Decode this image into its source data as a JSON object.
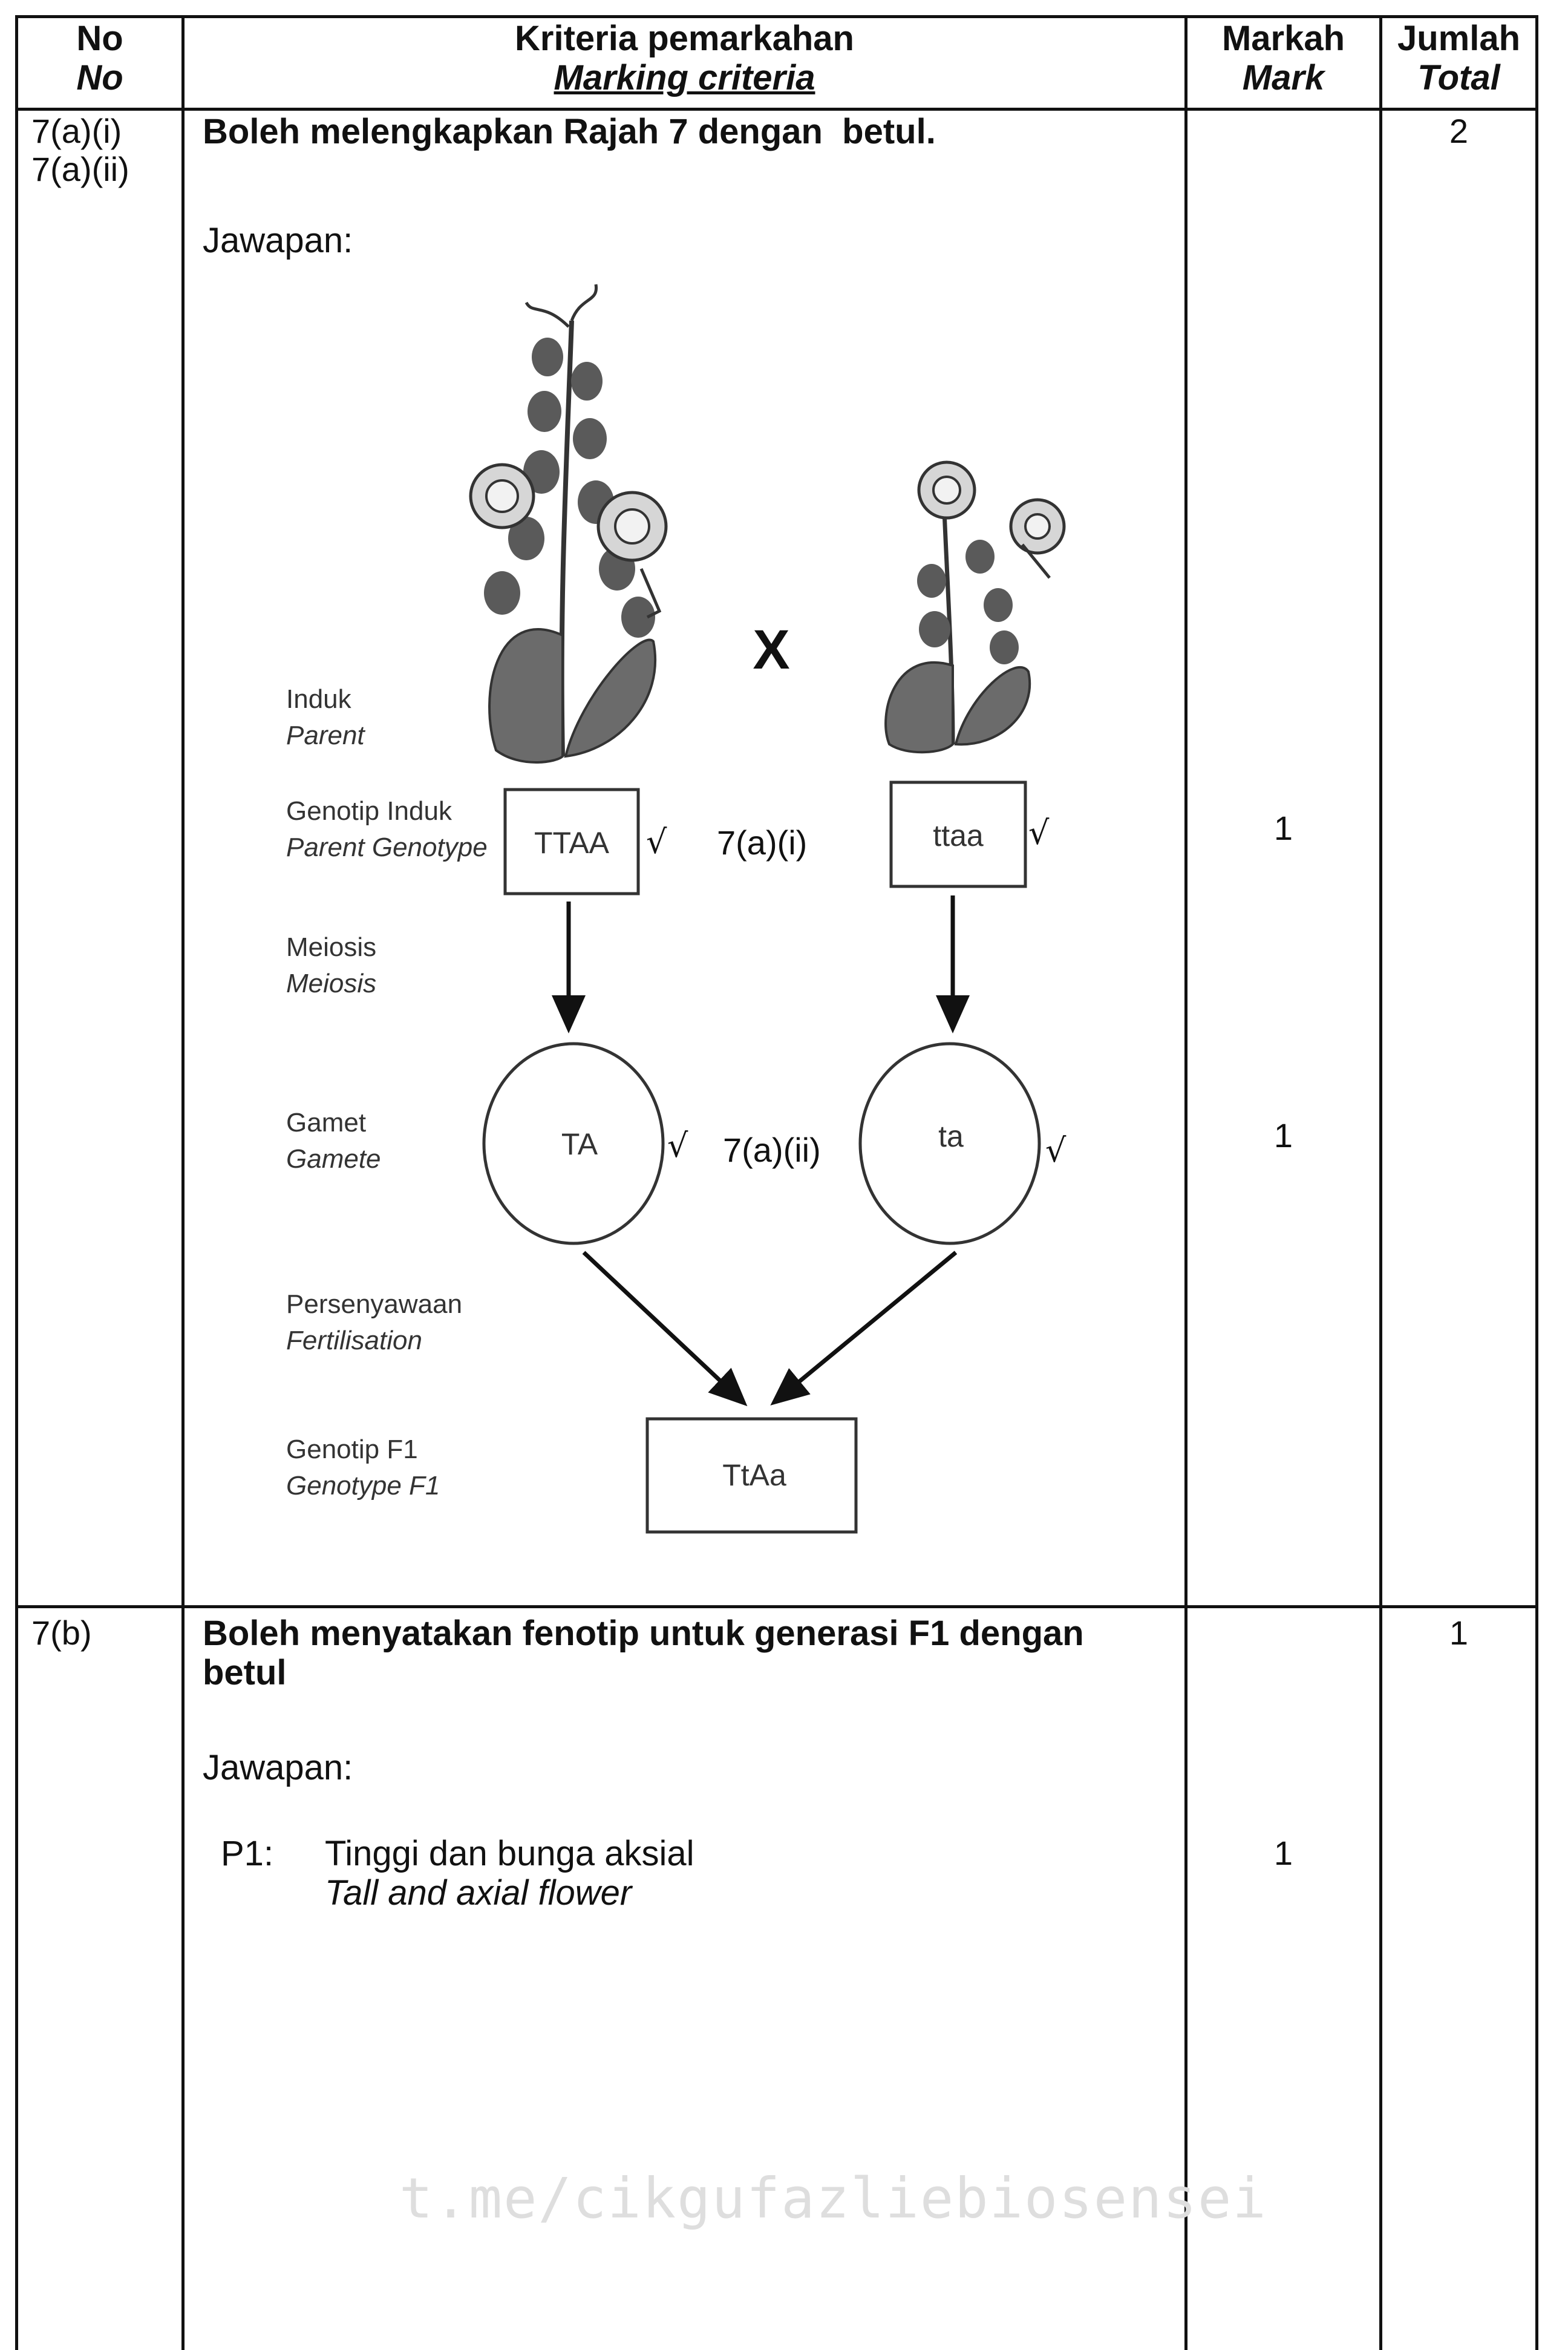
{
  "header": {
    "no": "No",
    "no_en": "No",
    "criteria": "Kriteria pemarkahan",
    "criteria_en": "Marking criteria",
    "mark": "Markah",
    "mark_en": "Mark",
    "total": "Jumlah",
    "total_en": "Total"
  },
  "row1": {
    "no_line1": "7(a)(i)",
    "no_line2": "7(a)(ii)",
    "criterion": "Boleh melengkapkan Rajah 7 dengan  betul.",
    "answer_label": "Jawapan:",
    "total": "2",
    "mark_parent_genotype": "1",
    "mark_gamete": "1",
    "diagram": {
      "cross_symbol": "X",
      "labels": {
        "parent": "Induk",
        "parent_en": "Parent",
        "parent_genotype": "Genotip Induk",
        "parent_genotype_en": "Parent Genotype",
        "meiosis": "Meiosis",
        "meiosis_en": "Meiosis",
        "gamete": "Gamet",
        "gamete_en": "Gamete",
        "fertilisation": "Persenyawaan",
        "fertilisation_en": "Fertilisation",
        "f1_genotype": "Genotip F1",
        "f1_genotype_en": "Genotype F1"
      },
      "parent1_genotype": "TTAA",
      "parent2_genotype": "ttaa",
      "gamete1": "TA",
      "gamete2": "ta",
      "f1_genotype": "TtAa",
      "tick": "√",
      "anno_parent": "7(a)(i)",
      "anno_gamete": "7(a)(ii)"
    }
  },
  "row2": {
    "no": "7(b)",
    "criterion_line1": "Boleh menyatakan fenotip untuk generasi F1 dengan",
    "criterion_line2": "betul",
    "answer_label": "Jawapan:",
    "point_label": "P1:",
    "point_text": "Tinggi dan bunga aksial",
    "point_text_en": "Tall and axial flower",
    "mark": "1",
    "total": "1"
  },
  "watermark": "t.me/cikgufazliebiosensei"
}
